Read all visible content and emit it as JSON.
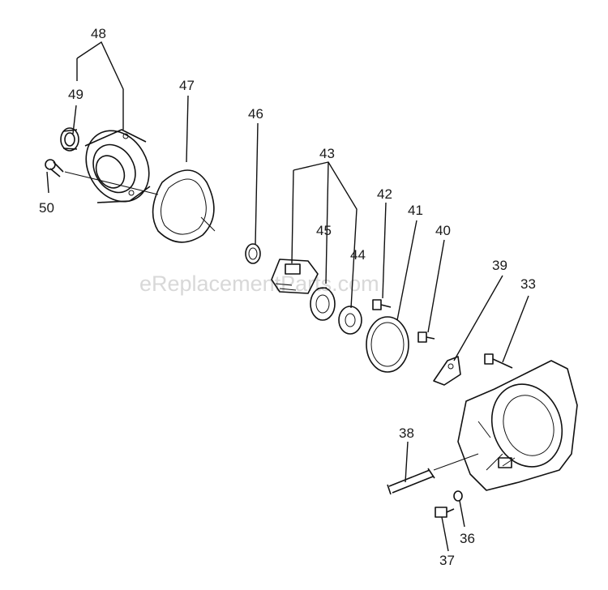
{
  "watermark": "eReplacementParts.com",
  "callouts": {
    "c48": "48",
    "c49": "49",
    "c47": "47",
    "c50": "50",
    "c46": "46",
    "c43": "43",
    "c45": "45",
    "c44": "44",
    "c42": "42",
    "c41": "41",
    "c40": "40",
    "c39": "39",
    "c33": "33",
    "c38": "38",
    "c36": "36",
    "c37": "37"
  }
}
